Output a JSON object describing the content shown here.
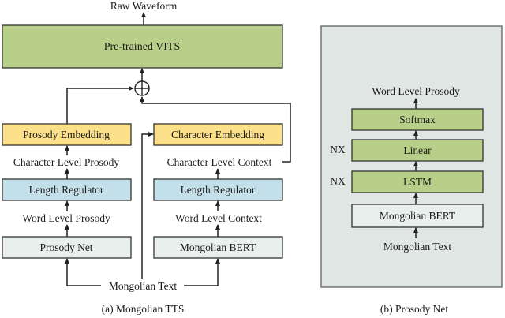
{
  "colors": {
    "green": "#b8cf8a",
    "yellow": "#fce08a",
    "blue": "#c3e0ea",
    "gray_box": "#e9efed",
    "panel_bg": "#dfe6e4",
    "stroke": "#333333"
  },
  "left": {
    "output_label": "Raw Waveform",
    "vits": "Pre-trained VITS",
    "combine_symbol": "circle-plus",
    "prosody_embedding": "Prosody Embedding",
    "character_embedding": "Character Embedding",
    "char_level_prosody": "Character Level Prosody",
    "char_level_context": "Character Level Context",
    "length_regulator_left": "Length Regulator",
    "length_regulator_right": "Length Regulator",
    "word_level_prosody": "Word Level Prosody",
    "word_level_context": "Word Level Context",
    "prosody_net": "Prosody Net",
    "mongolian_bert": "Mongolian BERT",
    "input_label": "Mongolian Text",
    "caption": "(a) Mongolian TTS"
  },
  "right": {
    "output_label": "Word Level Prosody",
    "softmax": "Softmax",
    "linear": "Linear",
    "lstm": "LSTM",
    "nx_linear": "NX",
    "nx_lstm": "NX",
    "mongolian_bert": "Mongolian BERT",
    "input_label": "Mongolian Text",
    "caption": "(b) Prosody Net"
  }
}
